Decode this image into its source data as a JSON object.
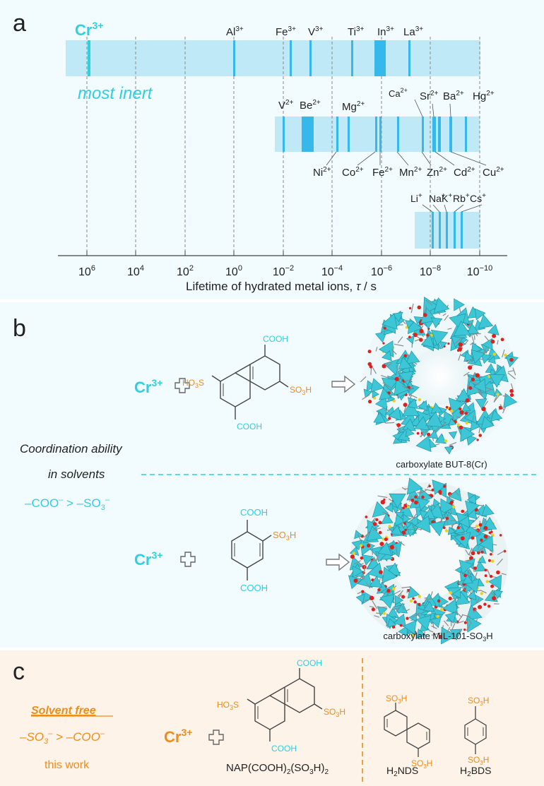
{
  "panel_a": {
    "letter": "a",
    "cr_label": "Cr",
    "cr_sup": "3+",
    "most_inert": "most inert",
    "row1_ions": [
      {
        "el": "Al",
        "ch": "3+"
      },
      {
        "el": "Fe",
        "ch": "3+"
      },
      {
        "el": "V",
        "ch": "3+"
      },
      {
        "el": "Ti",
        "ch": "3+"
      },
      {
        "el": "In",
        "ch": "3+"
      },
      {
        "el": "La",
        "ch": "3+"
      }
    ],
    "row2_top_ions": [
      {
        "el": "V",
        "ch": "2+"
      },
      {
        "el": "Be",
        "ch": "2+"
      },
      {
        "el": "Mg",
        "ch": "2+"
      },
      {
        "el": "Ca",
        "ch": "2+"
      },
      {
        "el": "Sr",
        "ch": "2+"
      },
      {
        "el": "Ba",
        "ch": "2+"
      },
      {
        "el": "Hg",
        "ch": "2+"
      }
    ],
    "row2_bottom_ions": [
      {
        "el": "Ni",
        "ch": "2+"
      },
      {
        "el": "Co",
        "ch": "2+"
      },
      {
        "el": "Fe",
        "ch": "2+"
      },
      {
        "el": "Mn",
        "ch": "2+"
      },
      {
        "el": "Zn",
        "ch": "2+"
      },
      {
        "el": "Cd",
        "ch": "2+"
      },
      {
        "el": "Cu",
        "ch": "2+"
      }
    ],
    "row3_ions": [
      {
        "el": "Li",
        "ch": "+"
      },
      {
        "el": "Na",
        "ch": "+"
      },
      {
        "el": "K",
        "ch": "+"
      },
      {
        "el": "Rb",
        "ch": "+"
      },
      {
        "el": "Cs",
        "ch": "+"
      }
    ],
    "axis_ticks": [
      {
        "base": "10",
        "exp": "6"
      },
      {
        "base": "10",
        "exp": "4"
      },
      {
        "base": "10",
        "exp": "2"
      },
      {
        "base": "10",
        "exp": "0"
      },
      {
        "base": "10",
        "exp": "−2"
      },
      {
        "base": "10",
        "exp": "−4"
      },
      {
        "base": "10",
        "exp": "−6"
      },
      {
        "base": "10",
        "exp": "−8"
      },
      {
        "base": "10",
        "exp": "−10"
      }
    ],
    "axis_label_pre": "Lifetime of hydrated metal ions, ",
    "axis_label_var": "τ",
    "axis_label_post": " / s"
  },
  "panel_b": {
    "letter": "b",
    "cr_label": "Cr",
    "cr_sup": "3+",
    "coordination_line1": "Coordination ability",
    "coordination_line2": "in solvents",
    "order_left": "–COO",
    "order_mid": " > –SO",
    "order_sub": "3",
    "cooh": "COOH",
    "so3h_left": "HO",
    "so3h_left_sub": "3",
    "so3h_left_s": "S",
    "so3h_right": "SO",
    "so3h_right_sub": "3",
    "so3h_right_h": "H",
    "caption_top": "carboxylate  BUT-8(Cr)",
    "caption_bottom_pre": "carboxylate  MIL-101-SO",
    "caption_bottom_sub": "3",
    "caption_bottom_post": "H"
  },
  "panel_c": {
    "letter": "c",
    "solvent_free": "Solvent free",
    "order_pre": "–SO",
    "order_sub": "3",
    "order_post": " > –COO",
    "this_work": "this work",
    "cr_label": "Cr",
    "cr_sup": "3+",
    "cooh": "COOH",
    "nap_label_pre": "NAP(COOH)",
    "nap_label_sub1": "2",
    "nap_label_mid": "(SO",
    "nap_label_sub2": "3",
    "nap_label_post": "H)",
    "nap_label_sub3": "2",
    "h2nds": "H",
    "h2nds_sub": "2",
    "h2nds_post": "NDS",
    "h2bds": "H",
    "h2bds_sub": "2",
    "h2bds_post": "BDS",
    "so3h": "SO",
    "so3h_sub": "3",
    "so3h_h": "H"
  },
  "colors": {
    "cyan": "#2fd0e0",
    "band": "#bfe9f7",
    "bar": "#36b8ea",
    "orange": "#f08c1c",
    "text": "#222222"
  }
}
